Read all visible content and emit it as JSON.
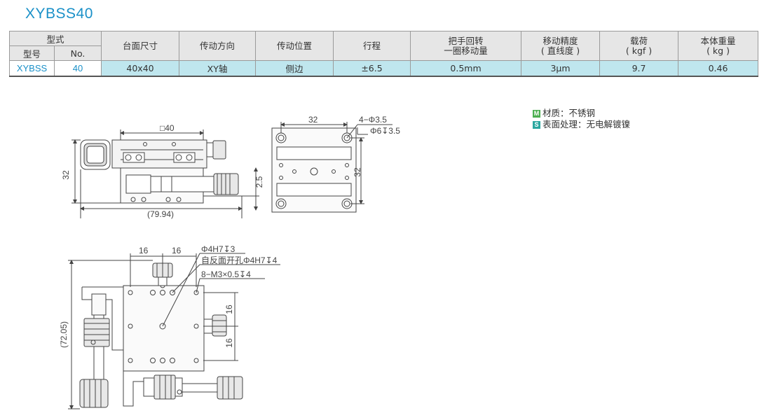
{
  "title": "XYBSS40",
  "table": {
    "group_header": "型式",
    "sub_headers": [
      "型号",
      "No."
    ],
    "columns": [
      {
        "line1": "台面尺寸",
        "line2": ""
      },
      {
        "line1": "传动方向",
        "line2": ""
      },
      {
        "line1": "传动位置",
        "line2": ""
      },
      {
        "line1": "行程",
        "line2": ""
      },
      {
        "line1": "把手回转",
        "line2": "一圈移动量"
      },
      {
        "line1": "移动精度",
        "line2": "( 直线度 )"
      },
      {
        "line1": "载荷",
        "line2": "( kgf )"
      },
      {
        "line1": "本体重量",
        "line2": "( kg )"
      }
    ],
    "row": {
      "model": "XYBSS",
      "no": "40",
      "values": [
        "40x40",
        "XY轴",
        "侧边",
        "±6.5",
        "0.5mm",
        "3μm",
        "9.7",
        "0.46"
      ]
    }
  },
  "legend": {
    "material_badge": "M",
    "material": "材质：不锈钢",
    "surface_badge": "S",
    "surface": "表面处理：无电解镀镍"
  },
  "drawing": {
    "front": {
      "dim_top": "□40",
      "dim_left": "32",
      "dim_bottom": "(79.94)",
      "dim_right": "2.5"
    },
    "top_plate": {
      "dim_top": "32",
      "dim_right": "32",
      "hole_note1": "4−Φ3.5",
      "hole_note2": "Φ6↧3.5"
    },
    "plan": {
      "dim_a": "16",
      "dim_b": "16",
      "dim_c": "16",
      "dim_d": "16",
      "dim_height": "(72.05)",
      "note1": "Φ4H7↧3",
      "note2": "自反面开孔Φ4H7↧4",
      "note3": "8−M3×0.5↧4"
    }
  }
}
